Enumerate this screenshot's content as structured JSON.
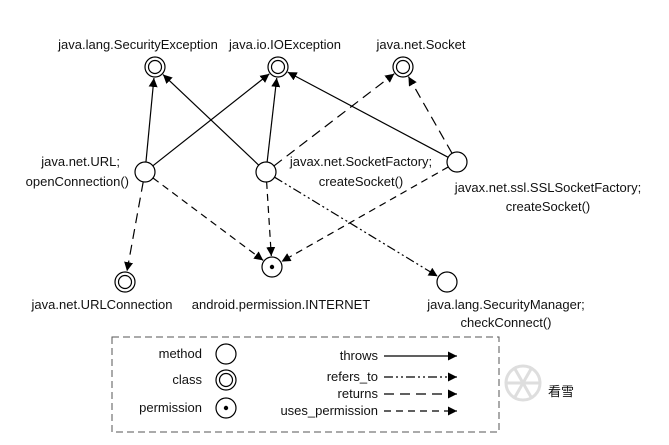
{
  "nodes": {
    "security_exception": {
      "kind": "class",
      "label": [
        "java.lang.SecurityException"
      ]
    },
    "io_exception": {
      "kind": "class",
      "label": [
        "java.io.IOException"
      ]
    },
    "socket": {
      "kind": "class",
      "label": [
        "java.net.Socket"
      ]
    },
    "url_open": {
      "kind": "method",
      "label": [
        "java.net.URL;",
        "openConnection()"
      ]
    },
    "socket_factory": {
      "kind": "method",
      "label": [
        "javax.net.SocketFactory;",
        "createSocket()"
      ]
    },
    "ssl_socket_factory": {
      "kind": "method",
      "label": [
        "javax.net.ssl.SSLSocketFactory;",
        "createSocket()"
      ]
    },
    "url_connection": {
      "kind": "class",
      "label": [
        "java.net.URLConnection"
      ]
    },
    "internet_permission": {
      "kind": "permission",
      "label": [
        "android.permission.INTERNET"
      ]
    },
    "security_manager": {
      "kind": "method",
      "label": [
        "java.lang.SecurityManager;",
        "checkConnect()"
      ]
    }
  },
  "edges": [
    {
      "from": "url_open",
      "to": "security_exception",
      "type": "throws"
    },
    {
      "from": "url_open",
      "to": "io_exception",
      "type": "throws"
    },
    {
      "from": "socket_factory",
      "to": "security_exception",
      "type": "throws"
    },
    {
      "from": "socket_factory",
      "to": "io_exception",
      "type": "throws"
    },
    {
      "from": "ssl_socket_factory",
      "to": "io_exception",
      "type": "throws"
    },
    {
      "from": "socket_factory",
      "to": "socket",
      "type": "returns"
    },
    {
      "from": "ssl_socket_factory",
      "to": "socket",
      "type": "returns"
    },
    {
      "from": "url_open",
      "to": "url_connection",
      "type": "returns"
    },
    {
      "from": "url_open",
      "to": "internet_permission",
      "type": "uses_permission"
    },
    {
      "from": "socket_factory",
      "to": "internet_permission",
      "type": "uses_permission"
    },
    {
      "from": "ssl_socket_factory",
      "to": "internet_permission",
      "type": "uses_permission"
    },
    {
      "from": "socket_factory",
      "to": "security_manager",
      "type": "refers_to"
    }
  ],
  "legend": {
    "node_kinds": [
      {
        "kind": "method",
        "label": "method"
      },
      {
        "kind": "class",
        "label": "class"
      },
      {
        "kind": "permission",
        "label": "permission"
      }
    ],
    "edge_types": [
      {
        "type": "throws",
        "label": "throws"
      },
      {
        "type": "refers_to",
        "label": "refers_to"
      },
      {
        "type": "returns",
        "label": "returns"
      },
      {
        "type": "uses_permission",
        "label": "uses_permission"
      }
    ]
  },
  "watermark": {
    "text": "看雪"
  }
}
